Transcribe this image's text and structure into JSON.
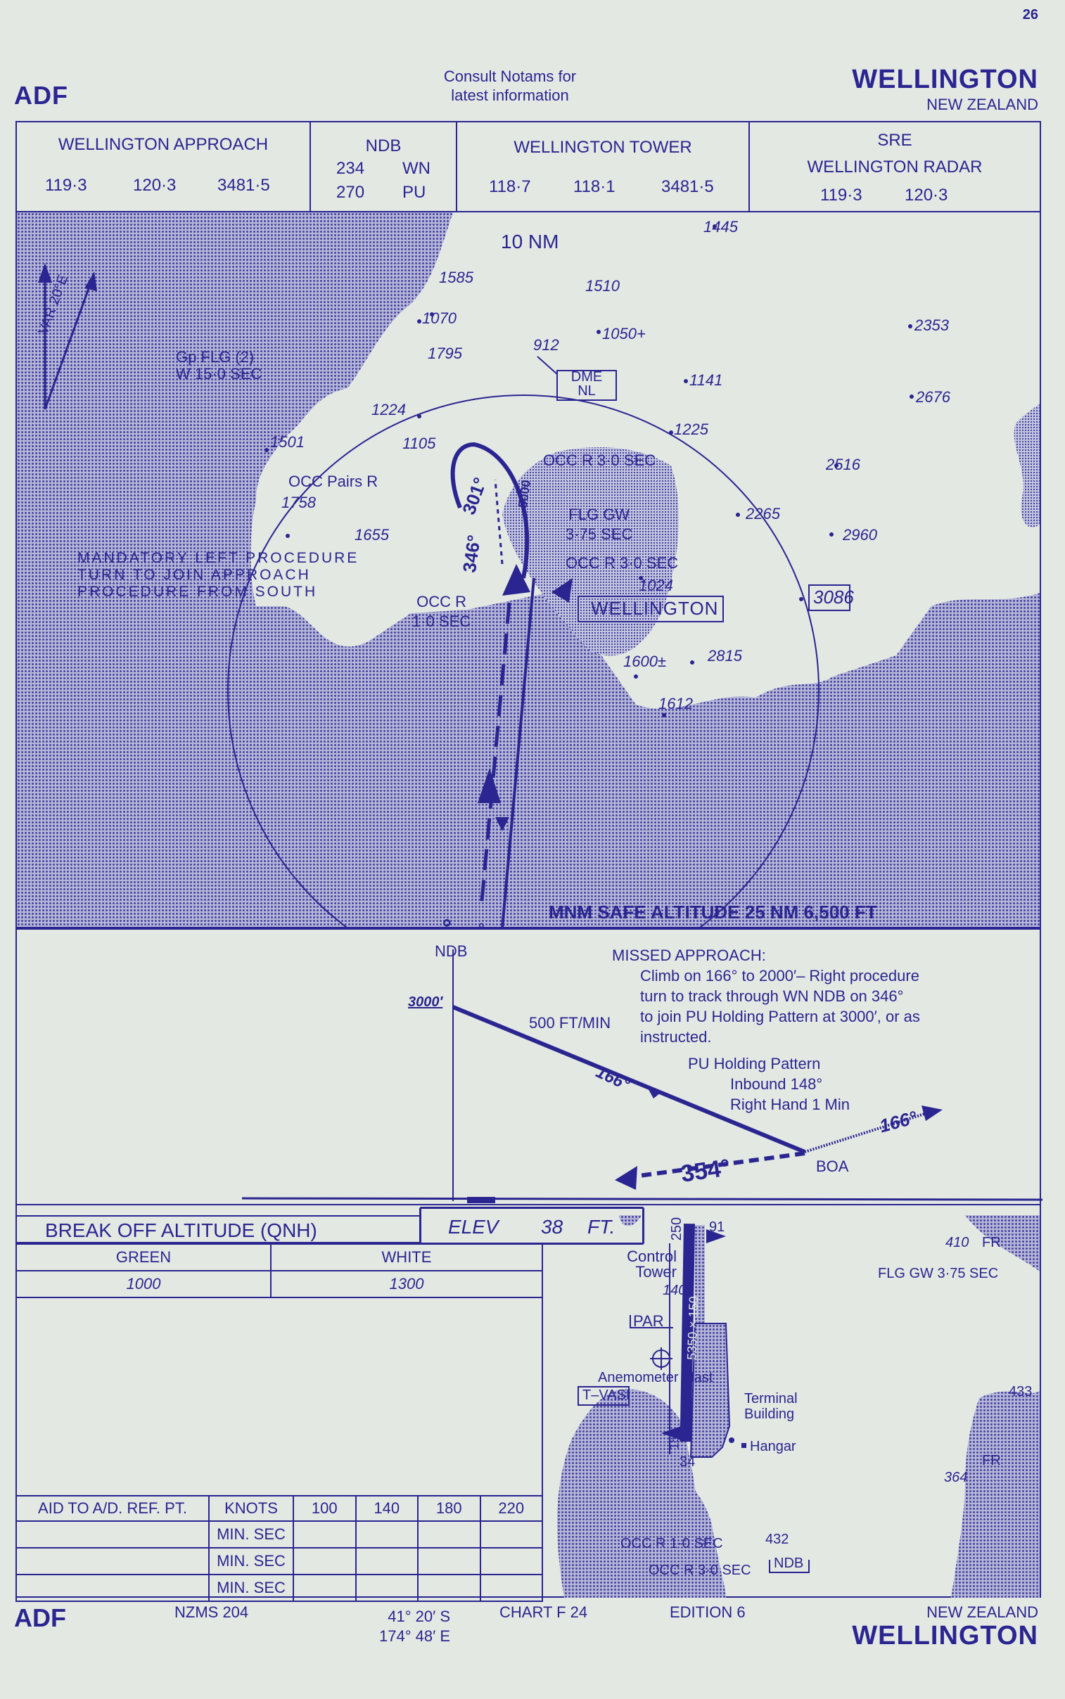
{
  "page_number": "26",
  "header": {
    "procedure_type": "ADF",
    "notams_line1": "Consult Notams for",
    "notams_line2": "latest information",
    "city": "WELLINGTON",
    "country": "NEW ZEALAND"
  },
  "frequencies": {
    "approach": {
      "title": "WELLINGTON APPROACH",
      "freqs": [
        "119·3",
        "120·3",
        "3481·5"
      ]
    },
    "ndb": {
      "title": "NDB",
      "rows": [
        {
          "freq": "234",
          "ident": "WN"
        },
        {
          "freq": "270",
          "ident": "PU"
        }
      ]
    },
    "tower": {
      "title": "WELLINGTON TOWER",
      "freqs": [
        "118·7",
        "118·1",
        "3481·5"
      ]
    },
    "radar": {
      "title_top": "SRE",
      "title": "WELLINGTON RADAR",
      "freqs": [
        "119·3",
        "120·3"
      ]
    }
  },
  "plan_view": {
    "variation": "VAR 20°E",
    "range_ring": "10 NM",
    "spot_heights": [
      "1585",
      "1510",
      "1445",
      "1070",
      "1795",
      "912",
      "1050+",
      "2353",
      "1141",
      "2676",
      "1224",
      "1105",
      "1225",
      "1501",
      "2516",
      "1758",
      "2265",
      "1655",
      "2960",
      "1024",
      "3086",
      "1600±",
      "2815",
      "1612"
    ],
    "lights": {
      "gp_flg_1": "Gp FLG (2)",
      "gp_flg_2": "W 15·0 SEC",
      "occ_pairs": "OCC Pairs R",
      "occ_r3_north": "OCC R 3·0 SEC",
      "flg_gw_1": "FLG GW",
      "flg_gw_2": "3·75 SEC",
      "occ_r3_south": "OCC R 3·0 SEC",
      "occ_r1_1": "OCC R",
      "occ_r1_2": "1·0 SEC"
    },
    "dme_1": "DME",
    "dme_2": "NL",
    "airport": "WELLINGTON",
    "tracks": {
      "inbound": "354°",
      "outbound": "166°",
      "procedure_out": "301°",
      "procedure_in": "346°",
      "altitude": "5000"
    },
    "note": [
      "MANDATORY LEFT PROCEDURE",
      "TURN TO JOIN APPROACH",
      "PROCEDURE FROM SOUTH"
    ],
    "msa": "MNM SAFE ALTITUDE 25 NM  6,500 FT"
  },
  "profile": {
    "ndb_label": "NDB",
    "altitude": "3000′",
    "descent_rate": "500 FT/MIN",
    "track_descent": "166°",
    "track_missed": "166°",
    "track_return": "354°",
    "boa": "BOA",
    "missed_title": "MISSED APPROACH:",
    "missed_text": [
      "Climb on 166° to 2000′– Right procedure",
      "turn to track through WN NDB on 346°",
      "to join PU Holding Pattern at 3000′, or as",
      "instructed."
    ],
    "holding": [
      "PU  Holding Pattern",
      "Inbound 148°",
      "Right Hand 1 Min"
    ]
  },
  "break_off": {
    "title": "BREAK OFF ALTITUDE (QNH)",
    "elevation_label": "ELEV",
    "elevation_value": "38",
    "elevation_unit": "FT.",
    "headers": [
      "GREEN",
      "WHITE"
    ],
    "values": [
      "1000",
      "1300"
    ]
  },
  "timing_table": {
    "header": [
      "AID TO A/D. REF. PT.",
      "KNOTS",
      "100",
      "140",
      "180",
      "220"
    ],
    "rows": [
      [
        "",
        "MIN. SEC",
        "",
        "",
        "",
        ""
      ],
      [
        "",
        "MIN. SEC",
        "",
        "",
        "",
        ""
      ],
      [
        "",
        "MIN. SEC",
        "",
        "",
        "",
        ""
      ]
    ]
  },
  "aerodrome": {
    "rwy_north_num": "250",
    "rwy_north_elev": "91",
    "rwy_south_num": "150",
    "rwy_south_elev": "34",
    "rwy_length": "5350 × 150",
    "control_tower_1": "Control",
    "control_tower_2": "Tower",
    "control_tower_ht": "140",
    "par": "PAR",
    "anemometer": "Anemometer Mast",
    "tvasi": "T–VASI",
    "terminal_1": "Terminal",
    "terminal_2": "Building",
    "hangar": "Hangar",
    "fr_410_ht": "410",
    "fr_label": "FR",
    "flg_gw": "FLG GW 3·75 SEC",
    "obst_433": "433",
    "fr_364": "364",
    "occ_r1": "OCC R 1·0 SEC",
    "occ_r3": "OCC R 3·0 SEC",
    "obst_432": "432",
    "ndb": "NDB"
  },
  "footer": {
    "procedure_type": "ADF",
    "map_ref": "NZMS  204",
    "lat": "41° 20′ S",
    "lon": "174° 48′ E",
    "chart": "CHART F 24",
    "edition": "EDITION 6",
    "country": "NEW ZEALAND",
    "city": "WELLINGTON"
  }
}
